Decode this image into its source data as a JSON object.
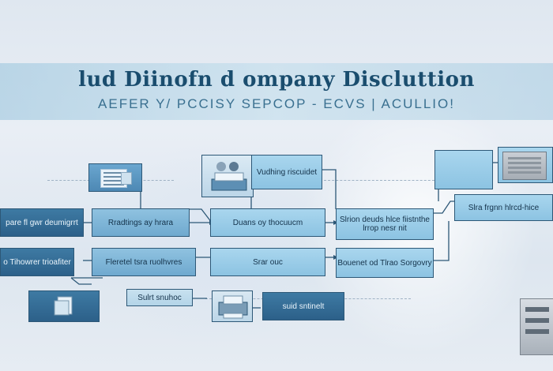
{
  "title": "lud Diinofn d ompany Discluttion",
  "subtitle": "AEFER Y/ PCCISY SEPCOP - ECVS | ACULLIO!",
  "boxes": {
    "top_right_label": "Vudhing riscuidet",
    "left_1": "pare fl gwr deumigrrt",
    "left_2": "o Tihowrer trioafiter",
    "mid_1": "Rradtings ay hrara",
    "mid_2": "Fleretel tsra ruolhvres",
    "center_1": "Duans oy thocuucm",
    "center_2": "Srar ouc",
    "right_1": "Slrion deuds hlce fiistnthe lrrop nesr nit",
    "right_2": "Bouenet od Tlrao Sorgovry",
    "far_right": "Slra frgnn hlrcd-hice",
    "bottom_label": "Sulrt snuhoc",
    "bottom_center": "suid sntinelt"
  },
  "colors": {
    "accent": "#2d5877",
    "title": "#1a4d6e",
    "subtitle": "#3a7090"
  },
  "icons": [
    "document-icon",
    "printer-icon",
    "scanner-icon",
    "server-icon",
    "paper-stack-icon"
  ]
}
